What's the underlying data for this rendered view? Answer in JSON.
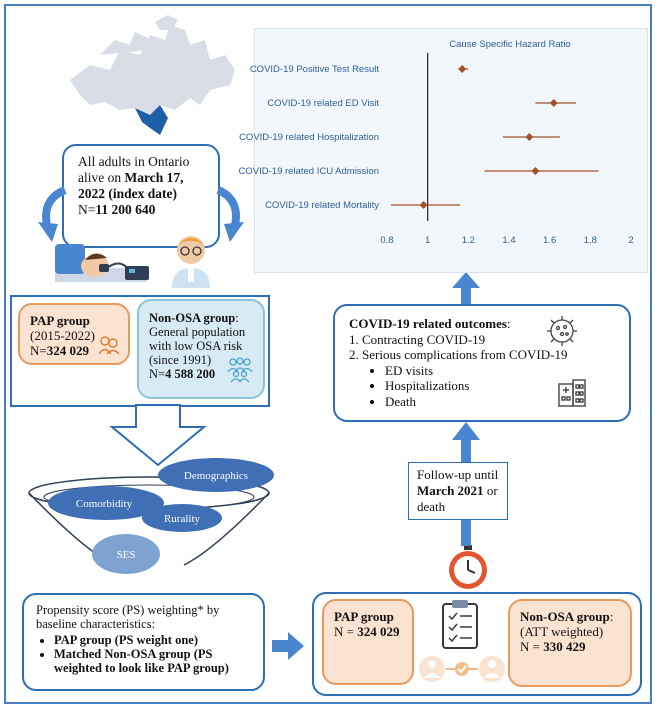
{
  "ontario_box": {
    "line1": "All adults in Ontario",
    "line2": "alive on ",
    "date_bold": "March 17, 2022 (index date)",
    "n_prefix": "N=",
    "n_value": "11 200 640"
  },
  "pap_group_top": {
    "title": "PAP group",
    "years": "(2015-2022)",
    "n_prefix": "N=",
    "n_value": "324 029"
  },
  "non_osa_group_top": {
    "title": "Non-OSA group",
    "desc": ": General population with low OSA risk (since 1991)",
    "n_prefix": "N=",
    "n_value": "4 588 200"
  },
  "funnel": {
    "labels": [
      "Demographics",
      "Comorbidity",
      "Rurality",
      "SES"
    ]
  },
  "ps_box": {
    "intro": "Propensity score (PS) weighting* by baseline characteristics:",
    "bullet1_bold": "PAP group (PS weight one)",
    "bullet2_bold": "Matched Non-OSA group (PS weighted to look like PAP group)"
  },
  "pap_group_bottom": {
    "title": "PAP group",
    "n_prefix": "N = ",
    "n_value": "324 029"
  },
  "non_osa_group_bottom": {
    "title": "Non-OSA group",
    "suffix": ": (ATT weighted)",
    "n_prefix": "N = ",
    "n_value": "330 429"
  },
  "followup": {
    "line1": "Follow-up until",
    "date_bold": "March 2021",
    "line3": " or death"
  },
  "outcomes_box": {
    "title": "COVID-19 related outcomes",
    "title_suffix": ":",
    "item1": "1.  Contracting COVID-19",
    "item2": "2.  Serious complications from COVID-19",
    "sub_items": [
      "ED visits",
      "Hospitalizations",
      "Death"
    ]
  },
  "chart_data": {
    "type": "forest",
    "title": "Cause Specific Hazard Ratio",
    "xlim": [
      0.8,
      2.0
    ],
    "xticks": [
      0.8,
      1,
      1.2,
      1.4,
      1.6,
      1.8,
      2
    ],
    "reference_line": 1,
    "rows": [
      {
        "label": "COVID-19 Positive Test Result",
        "hr": 1.17,
        "lo": 1.15,
        "hi": 1.2
      },
      {
        "label": "COVID-19 related ED Visit",
        "hr": 1.62,
        "lo": 1.53,
        "hi": 1.73
      },
      {
        "label": "COVID-19 related Hospitalization",
        "hr": 1.5,
        "lo": 1.37,
        "hi": 1.65
      },
      {
        "label": "COVID-19 related ICU Admission",
        "hr": 1.53,
        "lo": 1.28,
        "hi": 1.84
      },
      {
        "label": "COVID-19 related Mortality",
        "hr": 0.98,
        "lo": 0.82,
        "hi": 1.16
      }
    ],
    "marker_color": "#a0522d",
    "line_color": "#2f5f98"
  },
  "colors": {
    "accent_blue": "#2f6db5",
    "pap_fill": "#fbe3d2",
    "pap_border": "#e89a5c",
    "nonosa_fill": "#d7ebf4",
    "nonosa_border": "#8fc3d8",
    "arrow_blue": "#4a86cf"
  }
}
